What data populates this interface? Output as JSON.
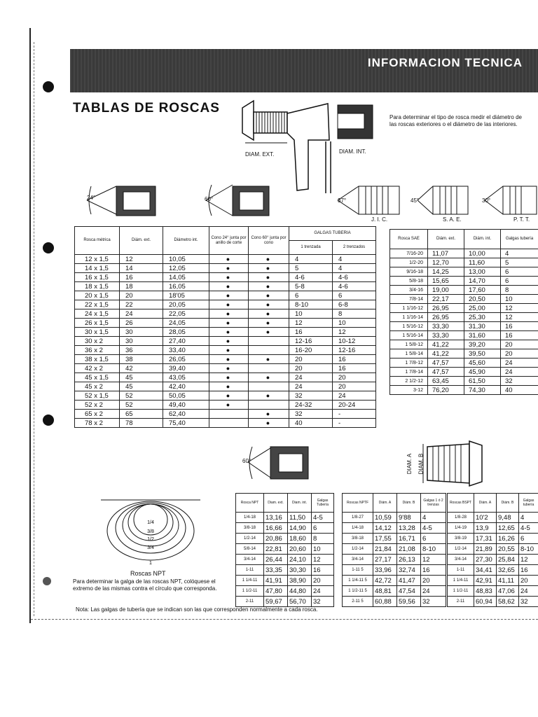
{
  "banner": {
    "title": "INFORMACION TECNICA"
  },
  "page_title": "TABLAS DE ROSCAS",
  "intro": "Para determinar el tipo de rosca medir el diámetro de las roscas exteriores o el diámetro de las interiores.",
  "diagram_labels": {
    "diam_ext": "DIAM. EXT.",
    "diam_int": "DIAM. INT.",
    "angle_24": "24°",
    "angle_60": "60°",
    "angle_37": "37°",
    "angle_45": "45°",
    "angle_30": "30°",
    "jic": "J. I. C.",
    "sae": "S. A. E.",
    "ptt": "P. T. T.",
    "diam_a": "DIAM. A",
    "diam_b": "DIAM. B"
  },
  "metric_table": {
    "headers": [
      "Rosca métrica",
      "Diám. ext.",
      "Diámetro int.",
      "Cono 24° junta por anillo de corte",
      "Cono 60° junta por cono",
      "GALGAS TUBERIA",
      "1 trenzada",
      "2 trenzados"
    ],
    "rows": [
      [
        "12 x 1,5",
        "12",
        "10,05",
        "●",
        "●",
        "4",
        "4"
      ],
      [
        "14 x 1,5",
        "14",
        "12,05",
        "●",
        "●",
        "5",
        "4"
      ],
      [
        "16 x 1,5",
        "16",
        "14,05",
        "●",
        "●",
        "4-6",
        "4-6"
      ],
      [
        "18 x 1,5",
        "18",
        "16,05",
        "●",
        "●",
        "5-8",
        "4-6"
      ],
      [
        "20 x 1,5",
        "20",
        "18'05",
        "●",
        "●",
        "6",
        "6"
      ],
      [
        "22 x 1,5",
        "22",
        "20,05",
        "●",
        "●",
        "8-10",
        "6-8"
      ],
      [
        "24 x 1,5",
        "24",
        "22,05",
        "●",
        "●",
        "10",
        "8"
      ],
      [
        "26 x 1,5",
        "26",
        "24,05",
        "●",
        "●",
        "12",
        "10"
      ],
      [
        "30 x 1,5",
        "30",
        "28,05",
        "●",
        "●",
        "16",
        "12"
      ],
      [
        "30 x 2",
        "30",
        "27,40",
        "●",
        "",
        "12-16",
        "10-12"
      ],
      [
        "36 x 2",
        "36",
        "33,40",
        "●",
        "",
        "16-20",
        "12-16"
      ],
      [
        "38 x 1,5",
        "38",
        "26,05",
        "●",
        "●",
        "20",
        "16"
      ],
      [
        "42 x 2",
        "42",
        "39,40",
        "●",
        "",
        "20",
        "16"
      ],
      [
        "45 x 1,5",
        "45",
        "43,05",
        "●",
        "●",
        "24",
        "20"
      ],
      [
        "45 x 2",
        "45",
        "42,40",
        "●",
        "",
        "24",
        "20"
      ],
      [
        "52 x 1,5",
        "52",
        "50,05",
        "●",
        "●",
        "32",
        "24"
      ],
      [
        "52 x 2",
        "52",
        "49,40",
        "●",
        "",
        "24-32",
        "20-24"
      ],
      [
        "65 x 2",
        "65",
        "62,40",
        "",
        "●",
        "32",
        "-"
      ],
      [
        "78 x 2",
        "78",
        "75,40",
        "",
        "●",
        "40",
        "-"
      ]
    ]
  },
  "sae_table": {
    "headers": [
      "Rosca SAE",
      "Diám. ext.",
      "Diám. int.",
      "Galgas tubería"
    ],
    "rows": [
      [
        "7/16-20",
        "11,07",
        "10,00",
        "4"
      ],
      [
        "1/2-20",
        "12,70",
        "11,60",
        "5"
      ],
      [
        "9/16-18",
        "14,25",
        "13,00",
        "6"
      ],
      [
        "5/8-18",
        "15,65",
        "14,70",
        "6"
      ],
      [
        "3/4-16",
        "19,00",
        "17,60",
        "8"
      ],
      [
        "7/8-14",
        "22,17",
        "20,50",
        "10"
      ],
      [
        "1 1/16-12",
        "26,95",
        "25,00",
        "12"
      ],
      [
        "1 1/16-14",
        "26,95",
        "25,30",
        "12"
      ],
      [
        "1 5/16-12",
        "33,30",
        "31,30",
        "16"
      ],
      [
        "1 5/16-14",
        "33,30",
        "31,60",
        "16"
      ],
      [
        "1 5/8-12",
        "41,22",
        "39,20",
        "20"
      ],
      [
        "1 5/8-14",
        "41,22",
        "39,50",
        "20"
      ],
      [
        "1 7/8-12",
        "47,57",
        "45,60",
        "24"
      ],
      [
        "1 7/8-14",
        "47,57",
        "45,90",
        "24"
      ],
      [
        "2 1/2-12",
        "63,45",
        "61,50",
        "32"
      ],
      [
        "3-12",
        "76,20",
        "74,30",
        "40"
      ]
    ]
  },
  "npt_table_1": {
    "headers": [
      "Rosca NPT",
      "Diam. ext.",
      "Diam. int.",
      "Galgas Tubería"
    ],
    "rows": [
      [
        "1/4-18",
        "13,16",
        "11,50",
        "4-5"
      ],
      [
        "3/8-18",
        "16,66",
        "14,90",
        "6"
      ],
      [
        "1/2-14",
        "20,86",
        "18,60",
        "8"
      ],
      [
        "5/8-14",
        "22,81",
        "20,60",
        "10"
      ],
      [
        "3/4-14",
        "26,44",
        "24,10",
        "12"
      ],
      [
        "1-11",
        "33,35",
        "30,30",
        "16"
      ],
      [
        "1 1/4-11",
        "41,91",
        "38,90",
        "20"
      ],
      [
        "1 1/2-11",
        "47,80",
        "44,80",
        "24"
      ],
      [
        "2-11",
        "59,67",
        "56,70",
        "32"
      ]
    ]
  },
  "npt_table_2": {
    "headers": [
      "Roscas NPTF",
      "Diám. A",
      "Diám. B",
      "Galgas 1 ó 2 trenzas"
    ],
    "rows": [
      [
        "1/8-27",
        "10,59",
        "9'88",
        "4"
      ],
      [
        "1/4-18",
        "14,12",
        "13,28",
        "4-5"
      ],
      [
        "3/8-18",
        "17,55",
        "16,71",
        "6"
      ],
      [
        "1/2-14",
        "21,84",
        "21,08",
        "8-10"
      ],
      [
        "3/4-14",
        "27,17",
        "26,13",
        "12"
      ],
      [
        "1-11 5",
        "33,96",
        "32,74",
        "16"
      ],
      [
        "1 1/4-11 5",
        "42,72",
        "41,47",
        "20"
      ],
      [
        "1 1/2-11 5",
        "48,81",
        "47,54",
        "24"
      ],
      [
        "2-11 5",
        "60,88",
        "59,56",
        "32"
      ]
    ]
  },
  "npt_table_3": {
    "headers": [
      "Roscas BSPT",
      "Diám. A",
      "Diám. B",
      "Galgas tubería"
    ],
    "rows": [
      [
        "1/8-28",
        "10'2",
        "9,48",
        "4"
      ],
      [
        "1/4-19",
        "13,9",
        "12,65",
        "4-5"
      ],
      [
        "3/8-19",
        "17,31",
        "16,26",
        "6"
      ],
      [
        "1/2-14",
        "21,89",
        "20,55",
        "8-10"
      ],
      [
        "3/4-14",
        "27,30",
        "25,84",
        "12"
      ],
      [
        "1-11",
        "34,41",
        "32,65",
        "16"
      ],
      [
        "1 1/4-11",
        "42,91",
        "41,11",
        "20"
      ],
      [
        "1 1/2-11",
        "48,83",
        "47,06",
        "24"
      ],
      [
        "2-11",
        "60,94",
        "58,62",
        "32"
      ]
    ]
  },
  "npt_circles": {
    "labels": [
      "1/4",
      "3/8",
      "1/2",
      "3/4",
      "1"
    ]
  },
  "npt_title": "Roscas NPT",
  "npt_caption": "Para determinar la galga de las roscas NPT, colóquese el extremo de las mismas contra el círculo que corresponda.",
  "note": "Nota: Las galgas de tubería que se indican son las que corresponden normalmente a cada rosca."
}
